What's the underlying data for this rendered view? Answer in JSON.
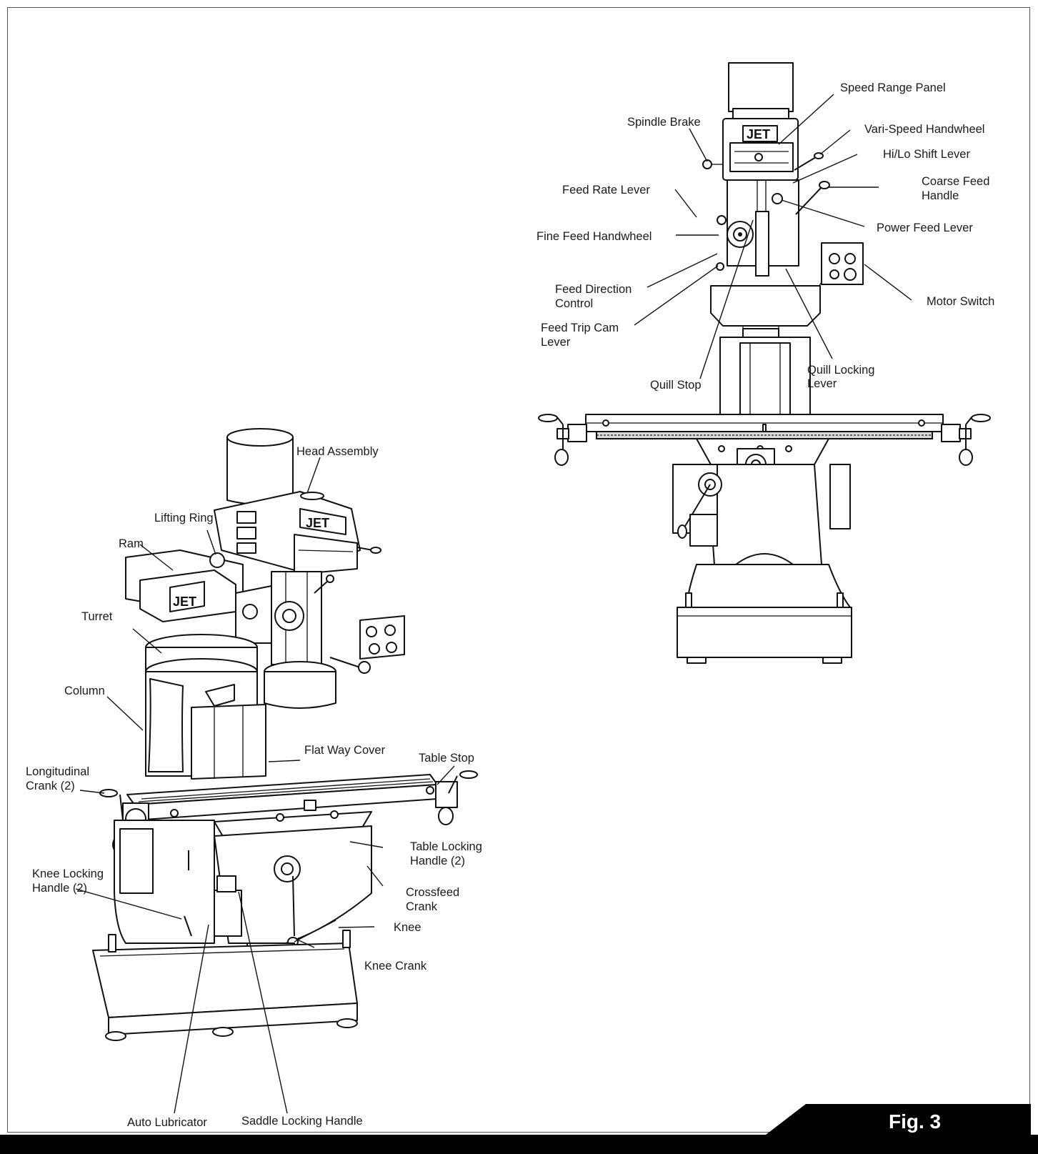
{
  "figure": {
    "label": "Fig. 3"
  },
  "brand": {
    "logo_text": "JET"
  },
  "left_labels": {
    "head_assembly": "Head Assembly",
    "lifting_ring": "Lifting Ring",
    "ram": "Ram",
    "turret": "Turret",
    "column": "Column",
    "flat_way_cover": "Flat Way Cover",
    "table_stop": "Table Stop",
    "longitudinal_crank_1": "Longitudinal",
    "longitudinal_crank_2": "Crank (2)",
    "table_locking_1": "Table Locking",
    "table_locking_2": "Handle (2)",
    "knee_locking_1": "Knee Locking",
    "knee_locking_2": "Handle (2)",
    "crossfeed_1": "Crossfeed",
    "crossfeed_2": "Crank",
    "knee": "Knee",
    "knee_crank": "Knee Crank",
    "auto_lubricator": "Auto Lubricator",
    "saddle_locking_handle": "Saddle Locking Handle"
  },
  "right_labels": {
    "speed_range_panel": "Speed Range Panel",
    "spindle_brake": "Spindle Brake",
    "vari_speed_handwheel": "Vari-Speed Handwheel",
    "hi_lo_shift_lever": "Hi/Lo Shift Lever",
    "coarse_feed_1": "Coarse Feed",
    "coarse_feed_2": "Handle",
    "feed_rate_lever": "Feed Rate Lever",
    "power_feed_lever": "Power Feed Lever",
    "fine_feed_handwheel": "Fine Feed Handwheel",
    "feed_direction_1": "Feed Direction",
    "feed_direction_2": "Control",
    "motor_switch": "Motor Switch",
    "feed_trip_cam_1": "Feed Trip Cam",
    "feed_trip_cam_2": "Lever",
    "quill_locking_1": "Quill Locking",
    "quill_locking_2": "Lever",
    "quill_stop": "Quill Stop"
  }
}
